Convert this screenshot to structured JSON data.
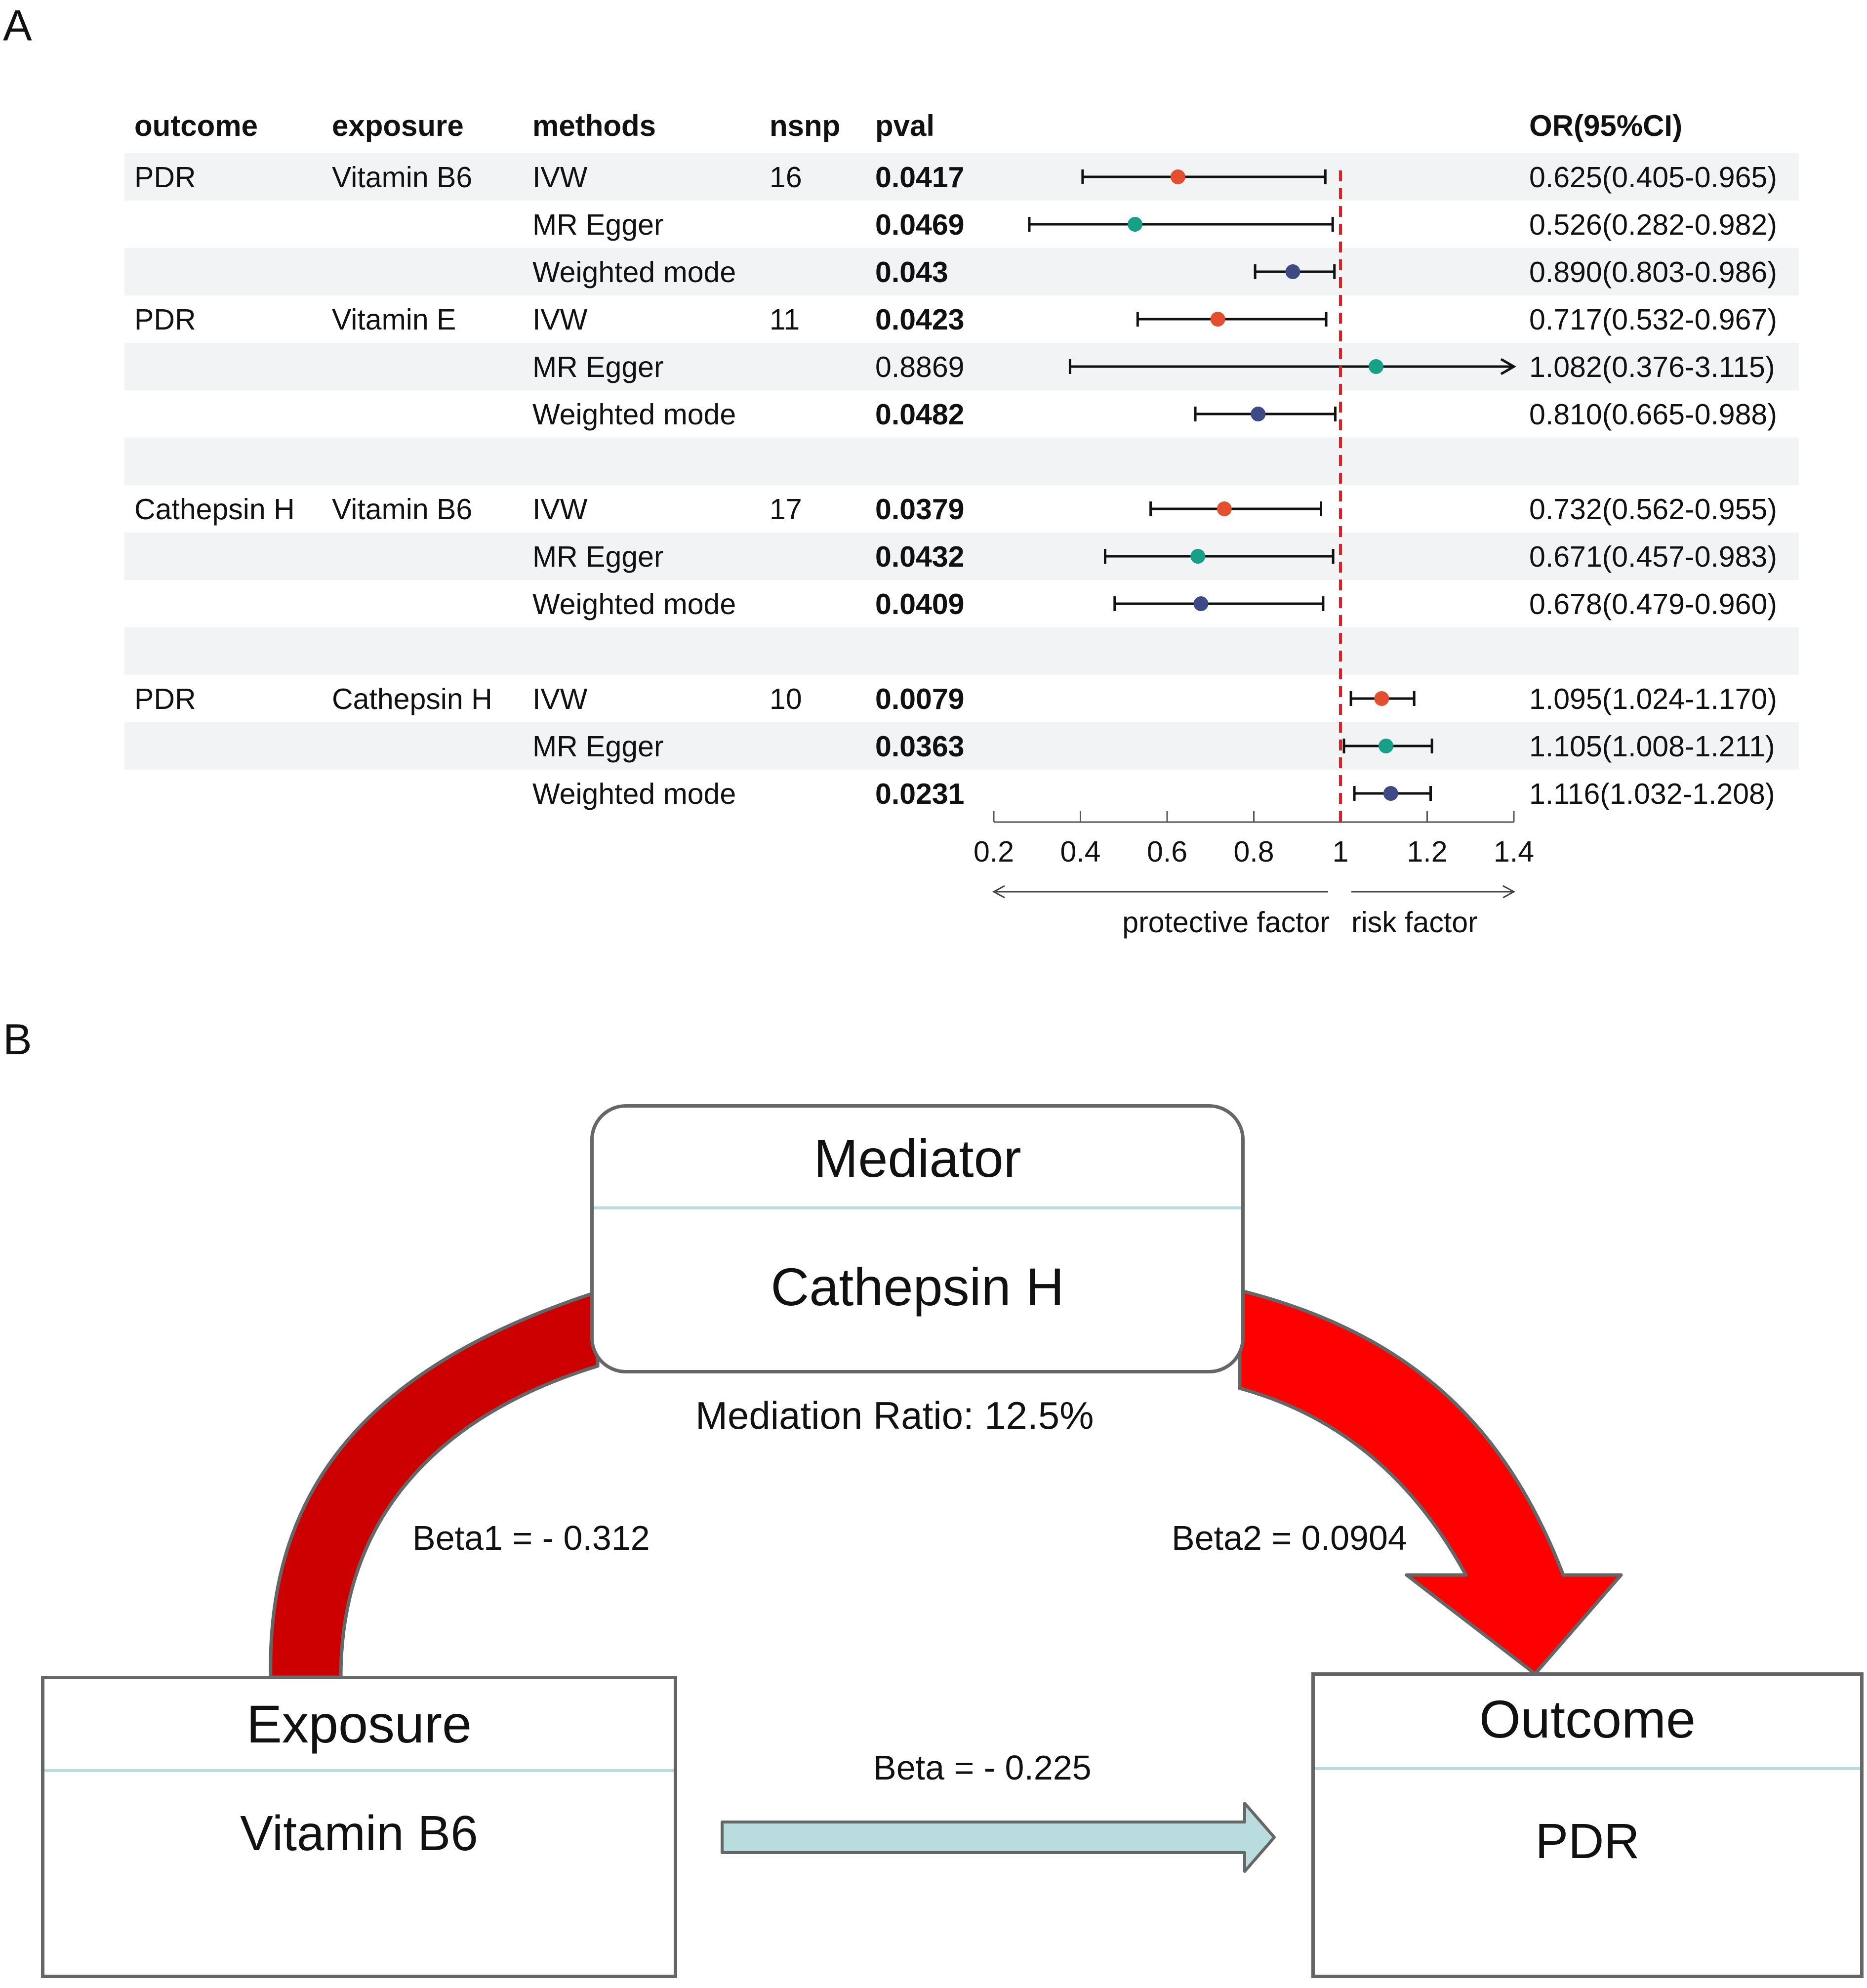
{
  "panels": {
    "a": "A",
    "b": "B"
  },
  "forest": {
    "headers": {
      "outcome": "outcome",
      "exposure": "exposure",
      "methods": "methods",
      "nsnp": "nsnp",
      "pval": "pval",
      "or": "OR(95%CI)"
    },
    "colors": {
      "IVW": "#e2502f",
      "MR Egger": "#16a088",
      "Weighted mode": "#3d4a86",
      "shade": "#f1f3f4",
      "refline": "#e02020"
    }
  },
  "chart_data": {
    "type": "forest",
    "xlim": [
      0.2,
      1.4
    ],
    "ticks": [
      "0.2",
      "0.4",
      "0.6",
      "0.8",
      "1",
      "1.2",
      "1.4"
    ],
    "reference": 1,
    "xlabel_left": "protective factor",
    "xlabel_right": "risk factor",
    "rows": [
      {
        "outcome": "PDR",
        "exposure": "Vitamin B6",
        "method": "IVW",
        "nsnp": "16",
        "pval": "0.0417",
        "sig": true,
        "or": 0.625,
        "lo": 0.405,
        "hi": 0.965,
        "label": "0.625(0.405-0.965)",
        "shade": true
      },
      {
        "outcome": "",
        "exposure": "",
        "method": "MR Egger",
        "nsnp": "",
        "pval": "0.0469",
        "sig": true,
        "or": 0.526,
        "lo": 0.282,
        "hi": 0.982,
        "label": "0.526(0.282-0.982)",
        "shade": false
      },
      {
        "outcome": "",
        "exposure": "",
        "method": "Weighted mode",
        "nsnp": "",
        "pval": "0.043",
        "sig": true,
        "or": 0.89,
        "lo": 0.803,
        "hi": 0.986,
        "label": "0.890(0.803-0.986)",
        "shade": true
      },
      {
        "outcome": "PDR",
        "exposure": "Vitamin E",
        "method": "IVW",
        "nsnp": "11",
        "pval": "0.0423",
        "sig": true,
        "or": 0.717,
        "lo": 0.532,
        "hi": 0.967,
        "label": "0.717(0.532-0.967)",
        "shade": false
      },
      {
        "outcome": "",
        "exposure": "",
        "method": "MR Egger",
        "nsnp": "",
        "pval": "0.8869",
        "sig": false,
        "or": 1.082,
        "lo": 0.376,
        "hi": 3.115,
        "label": "1.082(0.376-3.115)",
        "shade": true
      },
      {
        "outcome": "",
        "exposure": "",
        "method": "Weighted mode",
        "nsnp": "",
        "pval": "0.0482",
        "sig": true,
        "or": 0.81,
        "lo": 0.665,
        "hi": 0.988,
        "label": "0.810(0.665-0.988)",
        "shade": false
      },
      {
        "blank": true,
        "shade": true
      },
      {
        "outcome": "Cathepsin H",
        "exposure": "Vitamin B6",
        "method": "IVW",
        "nsnp": "17",
        "pval": "0.0379",
        "sig": true,
        "or": 0.732,
        "lo": 0.562,
        "hi": 0.955,
        "label": "0.732(0.562-0.955)",
        "shade": false
      },
      {
        "outcome": "",
        "exposure": "",
        "method": "MR Egger",
        "nsnp": "",
        "pval": "0.0432",
        "sig": true,
        "or": 0.671,
        "lo": 0.457,
        "hi": 0.983,
        "label": "0.671(0.457-0.983)",
        "shade": true
      },
      {
        "outcome": "",
        "exposure": "",
        "method": "Weighted mode",
        "nsnp": "",
        "pval": "0.0409",
        "sig": true,
        "or": 0.678,
        "lo": 0.479,
        "hi": 0.96,
        "label": "0.678(0.479-0.960)",
        "shade": false
      },
      {
        "blank": true,
        "shade": true
      },
      {
        "outcome": "PDR",
        "exposure": "Cathepsin H",
        "method": "IVW",
        "nsnp": "10",
        "pval": "0.0079",
        "sig": true,
        "or": 1.095,
        "lo": 1.024,
        "hi": 1.17,
        "label": "1.095(1.024-1.170)",
        "shade": false
      },
      {
        "outcome": "",
        "exposure": "",
        "method": "MR Egger",
        "nsnp": "",
        "pval": "0.0363",
        "sig": true,
        "or": 1.105,
        "lo": 1.008,
        "hi": 1.211,
        "label": "1.105(1.008-1.211)",
        "shade": true
      },
      {
        "outcome": "",
        "exposure": "",
        "method": "Weighted mode",
        "nsnp": "",
        "pval": "0.0231",
        "sig": true,
        "or": 1.116,
        "lo": 1.032,
        "hi": 1.208,
        "label": "1.116(1.032-1.208)",
        "shade": false
      }
    ]
  },
  "diagram": {
    "mediator": {
      "title": "Mediator",
      "name": "Cathepsin H"
    },
    "exposure": {
      "title": "Exposure",
      "name": "Vitamin B6"
    },
    "outcome": {
      "title": "Outcome",
      "name": "PDR"
    },
    "mediation_ratio": "Mediation Ratio: 12.5%",
    "beta1": "Beta1 = - 0.312",
    "beta2": "Beta2 =  0.0904",
    "beta": "Beta = - 0.225",
    "colors": {
      "left_arrow": "#cc0000",
      "right_arrow": "#ff0000",
      "direct_arrow": "#b9dcde",
      "border": "#666666"
    }
  }
}
